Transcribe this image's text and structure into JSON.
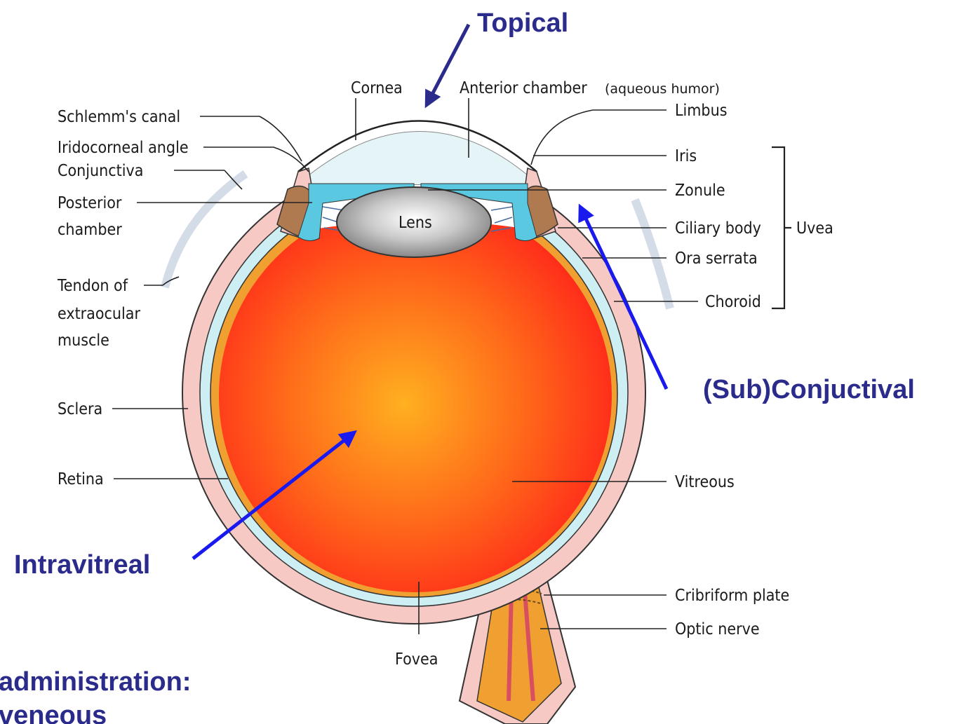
{
  "labels": {
    "cornea": "Cornea",
    "anterior_chamber": "Anterior chamber",
    "aqueous_humor": "(aqueous humor)",
    "schlemms_canal": "Schlemm's canal",
    "iridocorneal_angle": "Iridocorneal angle",
    "conjunctiva": "Conjunctiva",
    "posterior": "Posterior",
    "chamber": "chamber",
    "tendon_of": "Tendon of",
    "extraocular": "extraocular",
    "muscle": "muscle",
    "sclera": "Sclera",
    "retina": "Retina",
    "fovea": "Fovea",
    "lens": "Lens",
    "limbus": "Limbus",
    "iris": "Iris",
    "zonule": "Zonule",
    "ciliary_body": "Ciliary body",
    "uvea": "Uvea",
    "ora_serrata": "Ora serrata",
    "choroid": "Choroid",
    "vitreous": "Vitreous",
    "cribriform_plate": "Cribriform plate",
    "optic_nerve": "Optic nerve"
  },
  "routes": {
    "topical": "Topical",
    "subconjunctival": "(Sub)Conjuctival",
    "intravitreal": "Intravitreal",
    "systemic_line1": "administration:",
    "systemic_line2": "veneous"
  },
  "colors": {
    "route_text": "#2b2b8c",
    "arrow_blue": "#1a1aee",
    "arrow_navy": "#2b2b8c",
    "vitreous_center": "#ffb020",
    "vitreous_edge": "#ff2a1a",
    "sclera": "#f7c9c4",
    "choroid_band": "#cdeef2",
    "retina_band": "#f0a030",
    "ciliary": "#b07a50",
    "lens": "#9a9a9a"
  }
}
